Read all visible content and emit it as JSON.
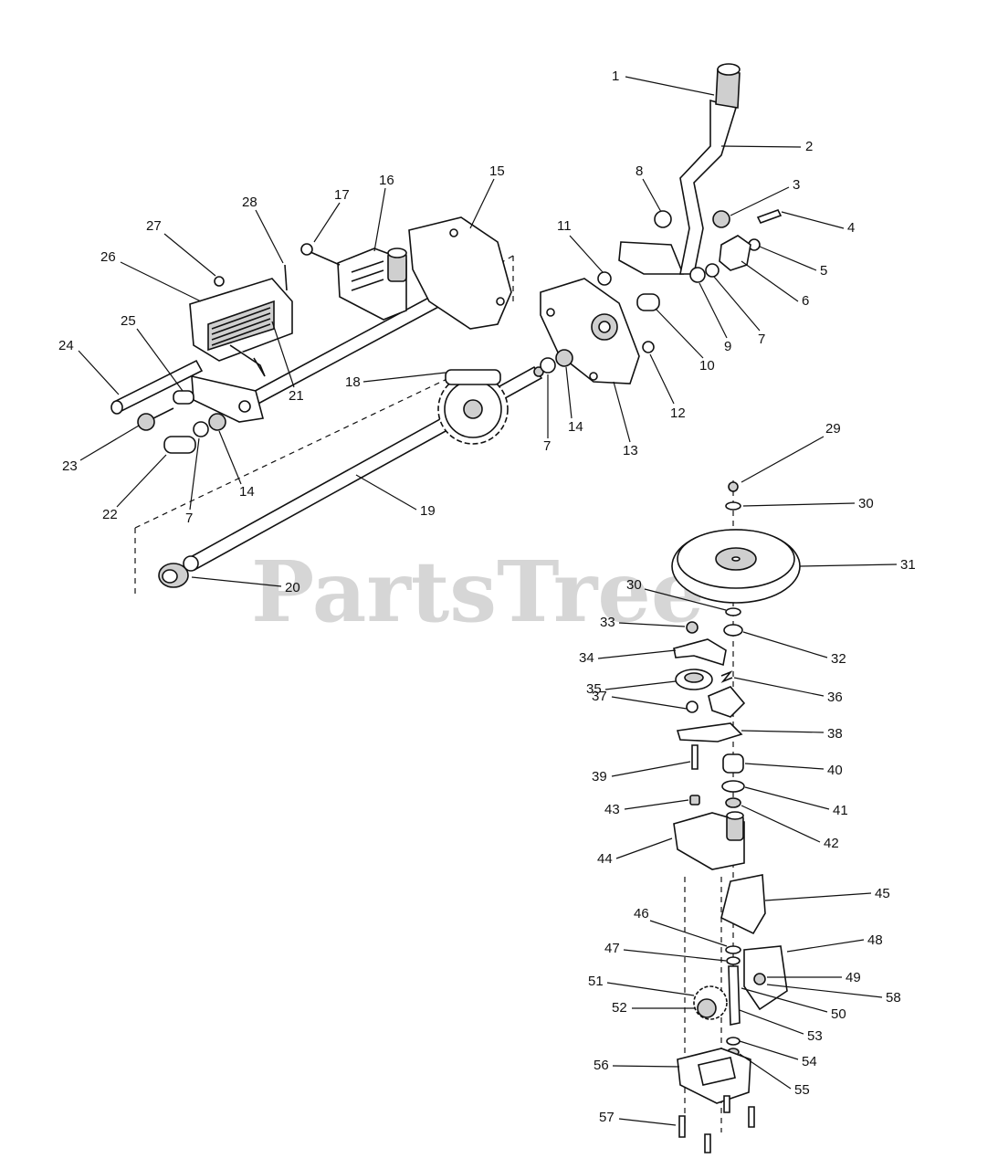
{
  "watermark": "PartsTree",
  "callouts": [
    {
      "id": "c1",
      "label": "1"
    },
    {
      "id": "c2",
      "label": "2"
    },
    {
      "id": "c3",
      "label": "3"
    },
    {
      "id": "c4",
      "label": "4"
    },
    {
      "id": "c5",
      "label": "5"
    },
    {
      "id": "c6",
      "label": "6"
    },
    {
      "id": "c7a",
      "label": "7"
    },
    {
      "id": "c7b",
      "label": "7"
    },
    {
      "id": "c7c",
      "label": "7"
    },
    {
      "id": "c8",
      "label": "8"
    },
    {
      "id": "c9",
      "label": "9"
    },
    {
      "id": "c10",
      "label": "10"
    },
    {
      "id": "c11",
      "label": "11"
    },
    {
      "id": "c12",
      "label": "12"
    },
    {
      "id": "c13",
      "label": "13"
    },
    {
      "id": "c14a",
      "label": "14"
    },
    {
      "id": "c14b",
      "label": "14"
    },
    {
      "id": "c15",
      "label": "15"
    },
    {
      "id": "c16",
      "label": "16"
    },
    {
      "id": "c17",
      "label": "17"
    },
    {
      "id": "c18",
      "label": "18"
    },
    {
      "id": "c19",
      "label": "19"
    },
    {
      "id": "c20",
      "label": "20"
    },
    {
      "id": "c21",
      "label": "21"
    },
    {
      "id": "c22",
      "label": "22"
    },
    {
      "id": "c23",
      "label": "23"
    },
    {
      "id": "c24",
      "label": "24"
    },
    {
      "id": "c25",
      "label": "25"
    },
    {
      "id": "c26",
      "label": "26"
    },
    {
      "id": "c27",
      "label": "27"
    },
    {
      "id": "c28",
      "label": "28"
    },
    {
      "id": "c29",
      "label": "29"
    },
    {
      "id": "c30a",
      "label": "30"
    },
    {
      "id": "c30b",
      "label": "30"
    },
    {
      "id": "c31",
      "label": "31"
    },
    {
      "id": "c32",
      "label": "32"
    },
    {
      "id": "c33",
      "label": "33"
    },
    {
      "id": "c34",
      "label": "34"
    },
    {
      "id": "c35",
      "label": "35"
    },
    {
      "id": "c36",
      "label": "36"
    },
    {
      "id": "c37",
      "label": "37"
    },
    {
      "id": "c38",
      "label": "38"
    },
    {
      "id": "c39",
      "label": "39"
    },
    {
      "id": "c40",
      "label": "40"
    },
    {
      "id": "c41",
      "label": "41"
    },
    {
      "id": "c42",
      "label": "42"
    },
    {
      "id": "c43",
      "label": "43"
    },
    {
      "id": "c44",
      "label": "44"
    },
    {
      "id": "c45",
      "label": "45"
    },
    {
      "id": "c46",
      "label": "46"
    },
    {
      "id": "c47",
      "label": "47"
    },
    {
      "id": "c48",
      "label": "48"
    },
    {
      "id": "c49",
      "label": "49"
    },
    {
      "id": "c50",
      "label": "50"
    },
    {
      "id": "c51",
      "label": "51"
    },
    {
      "id": "c52",
      "label": "52"
    },
    {
      "id": "c53",
      "label": "53"
    },
    {
      "id": "c54",
      "label": "54"
    },
    {
      "id": "c55",
      "label": "55"
    },
    {
      "id": "c56",
      "label": "56"
    },
    {
      "id": "c57",
      "label": "57"
    },
    {
      "id": "c58",
      "label": "58"
    }
  ]
}
